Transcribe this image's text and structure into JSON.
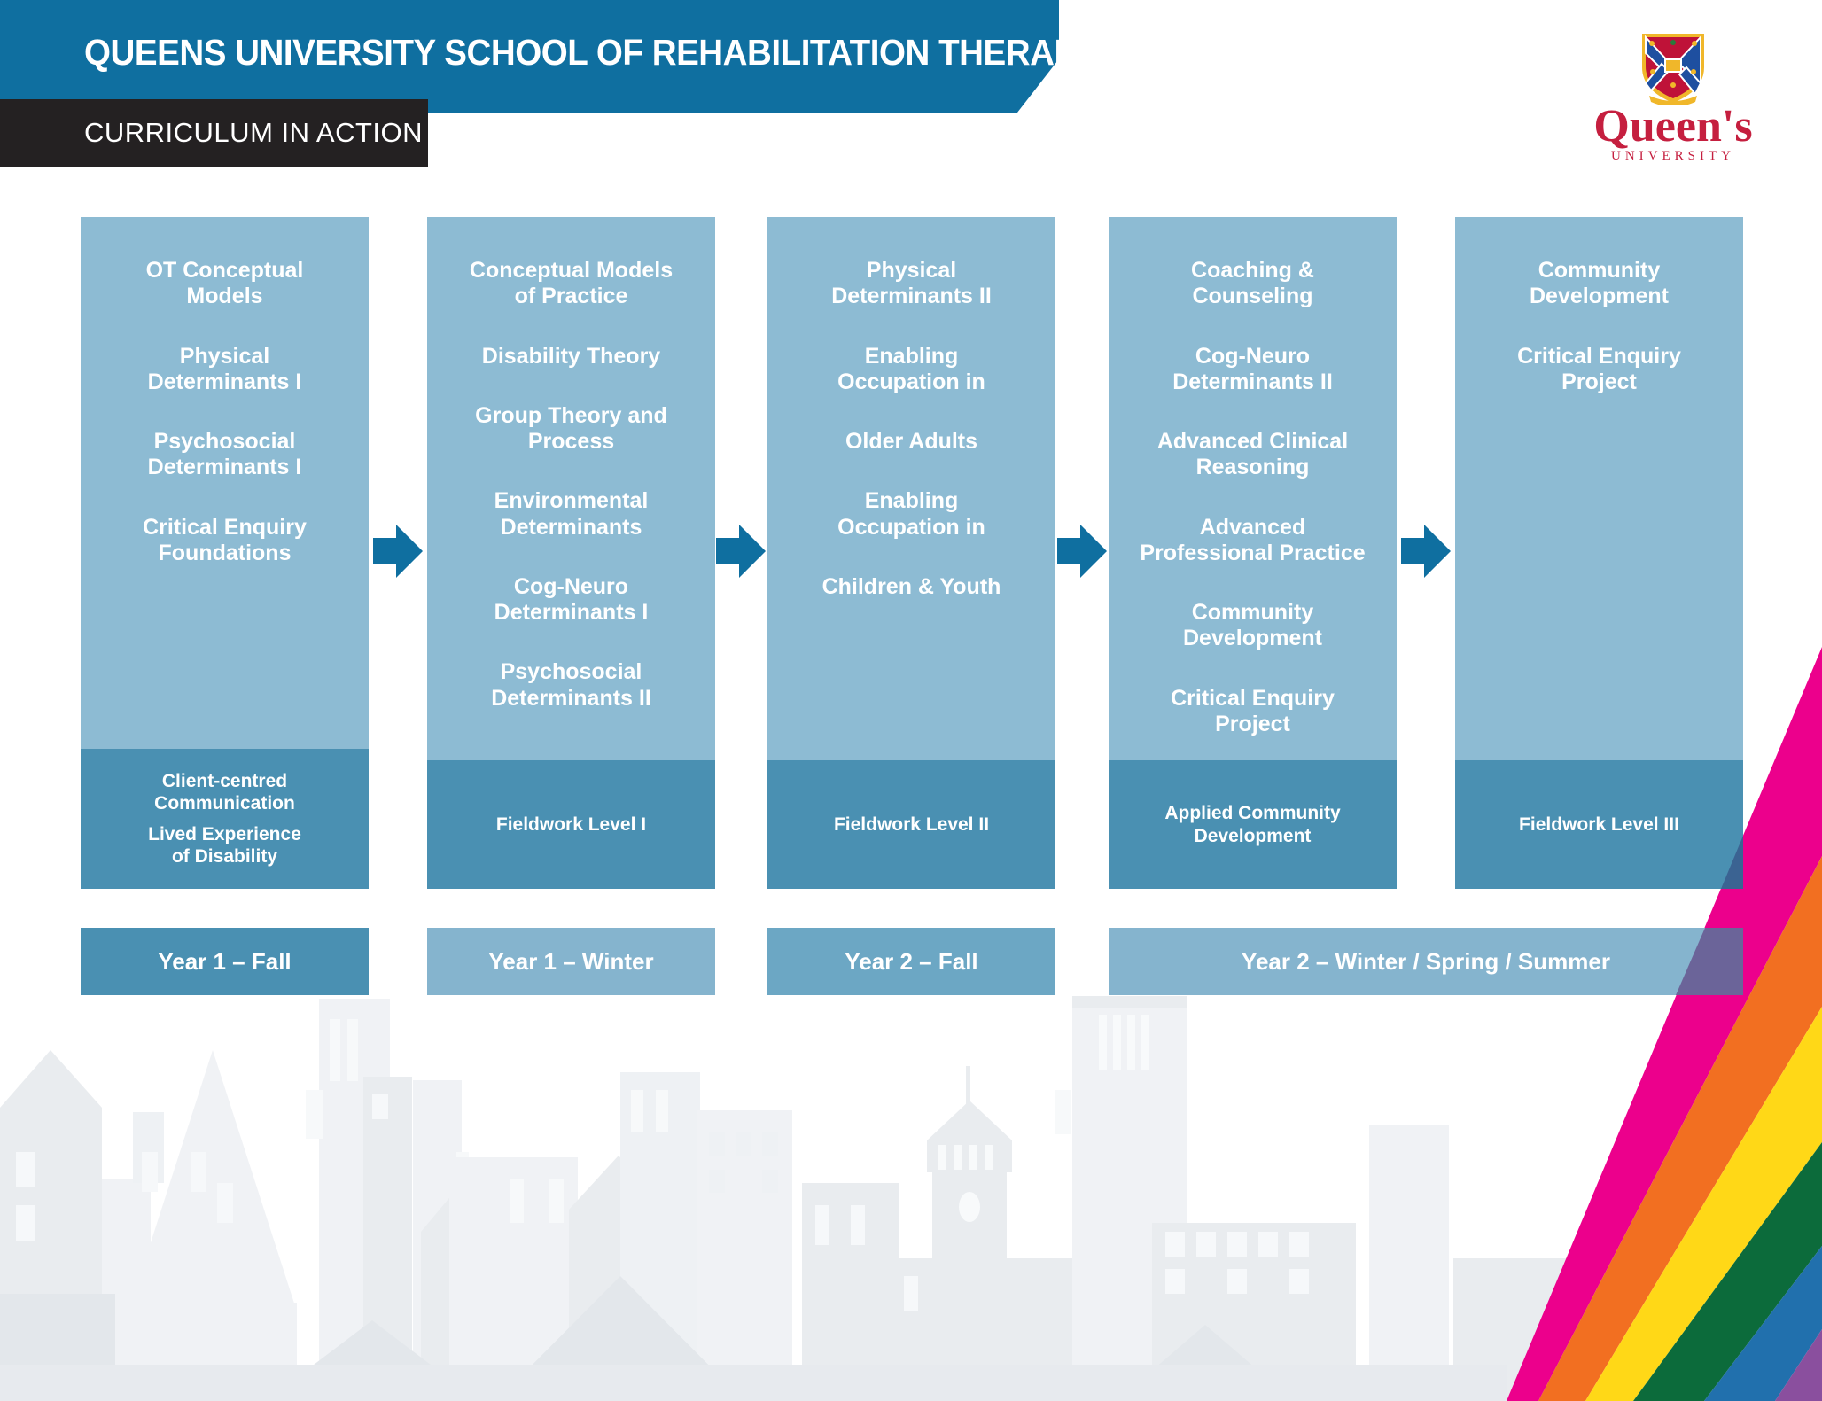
{
  "header": {
    "title": "QUEENS UNIVERSITY SCHOOL OF REHABILITATION THERAPY",
    "subtitle": "CURRICULUM IN ACTION"
  },
  "logo": {
    "wordmark": "Queen's",
    "sub_wordmark": "UNIVERSITY"
  },
  "columns": [
    {
      "courses": [
        "OT Conceptual\nModels",
        "Physical\nDeterminants I",
        "Psychosocial\nDeterminants I",
        "Critical Enquiry\nFoundations"
      ],
      "footer": [
        "Client-centred\nCommunication",
        "Lived Experience\nof Disability"
      ]
    },
    {
      "courses": [
        "Conceptual Models\nof Practice",
        "Disability Theory",
        "Group Theory and\nProcess",
        "Environmental\nDeterminants",
        "Cog-Neuro\nDeterminants I",
        "Psychosocial\nDeterminants II"
      ],
      "footer": [
        "Fieldwork Level I"
      ]
    },
    {
      "courses": [
        "Physical\nDeterminants II",
        "Enabling\nOccupation in",
        "Older Adults",
        "Enabling\nOccupation in",
        "Children & Youth"
      ],
      "footer": [
        "Fieldwork Level II"
      ]
    },
    {
      "courses": [
        "Coaching &\nCounseling",
        "Cog-Neuro\nDeterminants II",
        "Advanced Clinical\nReasoning",
        "Advanced\nProfessional Practice",
        "Community\nDevelopment",
        "Critical Enquiry\nProject"
      ],
      "footer": [
        "Applied Community\nDevelopment"
      ]
    },
    {
      "courses": [
        "Community\nDevelopment",
        "Critical Enquiry\nProject"
      ],
      "footer": [
        "Fieldwork Level III"
      ]
    }
  ],
  "years": [
    "Year 1 – Fall",
    "Year 1 – Winter",
    "Year 2 – Fall",
    "Year 2 – Winter / Spring / Summer"
  ],
  "colors": {
    "banner_blue": "#0f6fa0",
    "light_box_blue": "#8dbbd3",
    "dark_box_blue": "#4a90b2",
    "year_medium_blue": "#6ca7c4",
    "year_light_blue": "#85b4ce",
    "black_bar": "#242122",
    "queens_red": "#c51f3f",
    "stripe_pink": "#ec008c",
    "stripe_orange": "#f26f21",
    "stripe_yellow": "#ffd817",
    "stripe_green": "#0c6b3b",
    "stripe_blue": "#2170ad",
    "stripe_purple": "#8a4f9e"
  }
}
